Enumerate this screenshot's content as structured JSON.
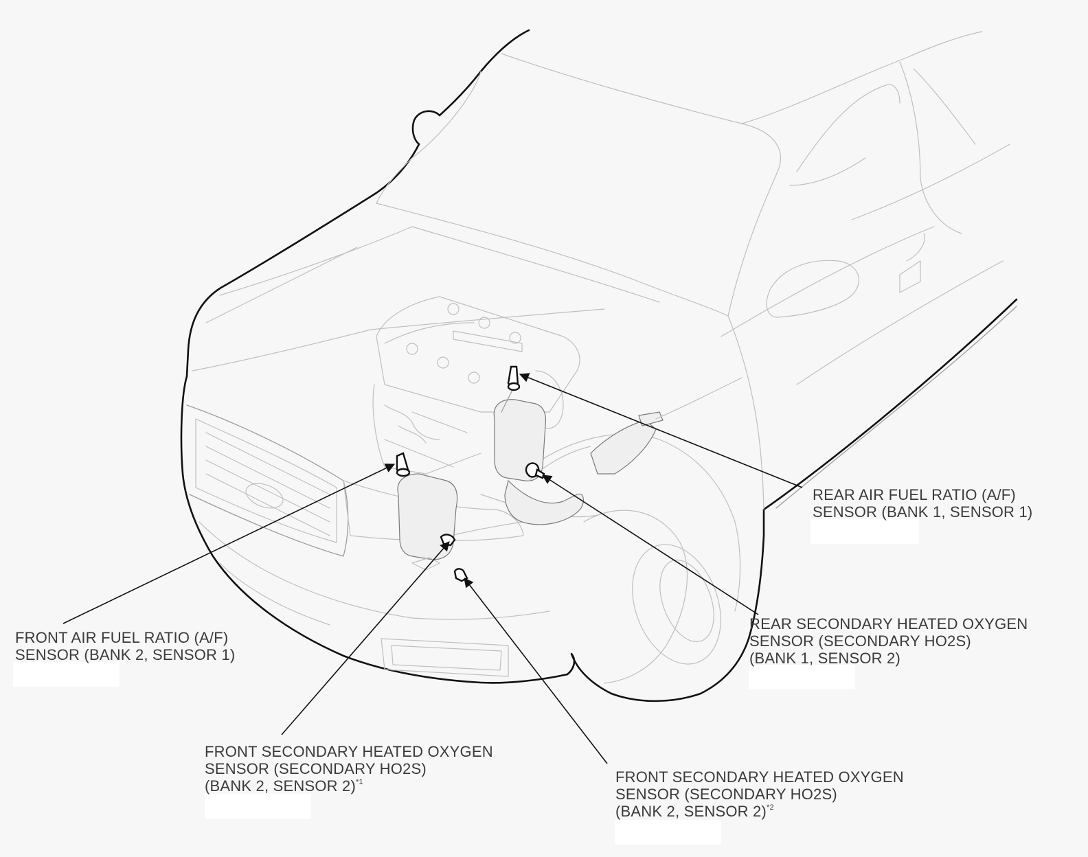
{
  "callouts": [
    {
      "id": "rear-af-sensor",
      "lines": [
        "REAR AIR FUEL RATIO (A/F)",
        "SENSOR (BANK 1, SENSOR 1)"
      ],
      "superscript": ""
    },
    {
      "id": "front-af-sensor",
      "lines": [
        "FRONT AIR FUEL RATIO (A/F)",
        "SENSOR (BANK 2, SENSOR 1)"
      ],
      "superscript": ""
    },
    {
      "id": "rear-secondary-ho2s",
      "lines": [
        "REAR SECONDARY HEATED OXYGEN",
        "SENSOR (SECONDARY HO2S)",
        "(BANK 1, SENSOR 2)"
      ],
      "superscript": ""
    },
    {
      "id": "front-secondary-ho2s-1",
      "lines": [
        "FRONT SECONDARY HEATED OXYGEN",
        "SENSOR (SECONDARY HO2S)",
        "(BANK 2, SENSOR 2)"
      ],
      "superscript": "*1"
    },
    {
      "id": "front-secondary-ho2s-2",
      "lines": [
        "FRONT SECONDARY HEATED OXYGEN",
        "SENSOR (SECONDARY HO2S)",
        "(BANK 2, SENSOR 2)"
      ],
      "superscript": "*2"
    }
  ]
}
